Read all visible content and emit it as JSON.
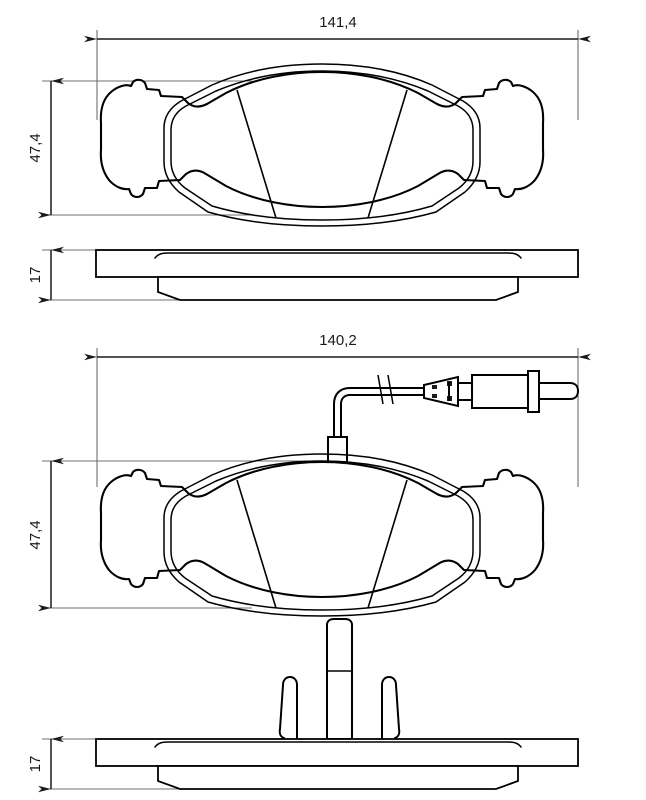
{
  "drawing": {
    "title": "brake-pad-dimensional-drawing",
    "background_color": "#ffffff",
    "line_color": "#000000",
    "dimension_color": "#1a1a1a",
    "extension_line_color": "#6f6f6f"
  },
  "views": {
    "pad_top_plain": {
      "name": "brake pad front view without wear sensor",
      "width_dimension": "141,4",
      "height_dimension": "47,4"
    },
    "pad_side_plain": {
      "name": "brake pad side view without wear sensor",
      "thickness_dimension": "17"
    },
    "pad_top_sensor": {
      "name": "brake pad front view with wear sensor",
      "width_dimension": "140,2",
      "height_dimension": "47,4"
    },
    "pad_side_sensor": {
      "name": "brake pad side view with wear sensor clip",
      "thickness_dimension": "17"
    }
  },
  "dimensions": {
    "width_top": "141,4",
    "height_top": "47,4",
    "thickness_top": "17",
    "width_bottom": "140,2",
    "height_bottom": "47,4",
    "thickness_bottom": "17"
  },
  "components": {
    "wear_sensor_cable": "wear-sensor-cable",
    "wear_sensor_connector": "wear-sensor-connector",
    "sensor_mount_tab": "sensor-mount-tab",
    "sensor_retaining_clip": "sensor-retaining-clip",
    "friction_slot_left": "friction-material-slot-left",
    "friction_slot_right": "friction-material-slot-right",
    "backing_plate_ear_left": "backing-plate-ear-left",
    "backing_plate_ear_right": "backing-plate-ear-right"
  }
}
